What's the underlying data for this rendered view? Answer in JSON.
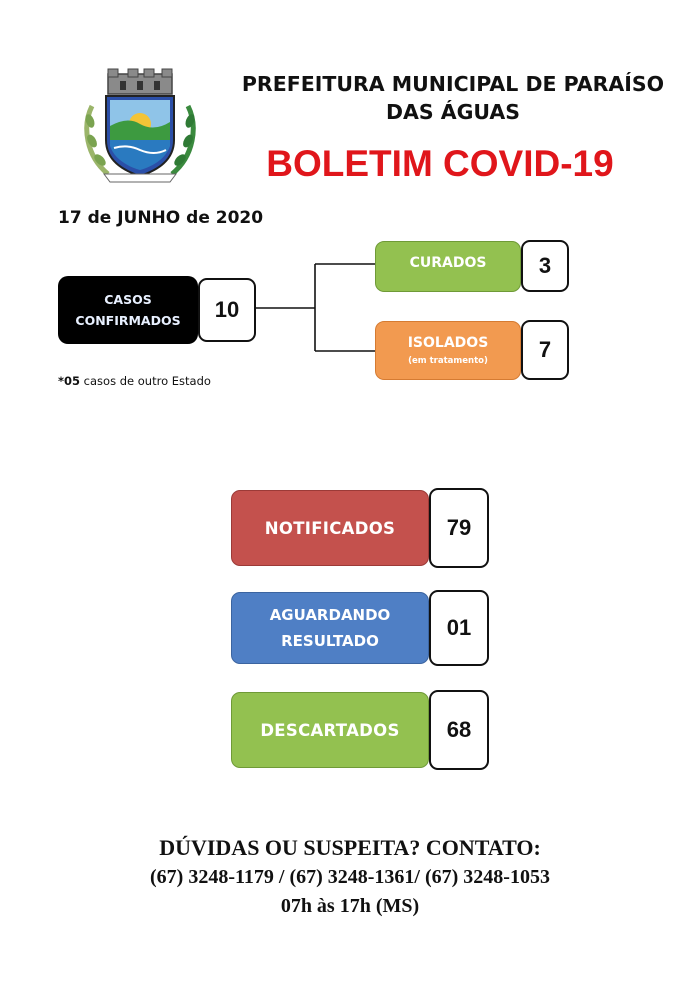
{
  "header": {
    "org_line1": "PREFEITURA MUNICIPAL DE PARAÍSO",
    "org_line2": "DAS ÁGUAS",
    "bulletin_title": "BOLETIM COVID-19",
    "crest_icon": "municipal-coat-of-arms"
  },
  "date": "17 de JUNHO de 2020",
  "confirmed": {
    "label_line1": "CASOS",
    "label_line2": "CONFIRMADOS",
    "value": "10",
    "note_prefix": "*05",
    "note_rest": " casos de outro Estado"
  },
  "cured": {
    "label": "CURADOS",
    "value": "3"
  },
  "isolated": {
    "label": "ISOLADOS",
    "sublabel": "(em tratamento)",
    "value": "7"
  },
  "notified": {
    "label": "NOTIFICADOS",
    "value": "79"
  },
  "awaiting": {
    "label_line1": "AGUARDANDO",
    "label_line2": "RESULTADO",
    "value": "01"
  },
  "discarded": {
    "label": "DESCARTADOS",
    "value": "68"
  },
  "contact": {
    "heading": "DÚVIDAS OU SUSPEITA? CONTATO:",
    "phones": "(67) 3248-1179 / (67) 3248-1361/ (67) 3248-1053",
    "hours": "07h às 17h (MS)"
  },
  "colors": {
    "title_red": "#e0161b",
    "green": "#93c150",
    "orange": "#f29a50",
    "red_box": "#c4514d",
    "blue_box": "#4f7fc5",
    "black_box": "#000000"
  }
}
